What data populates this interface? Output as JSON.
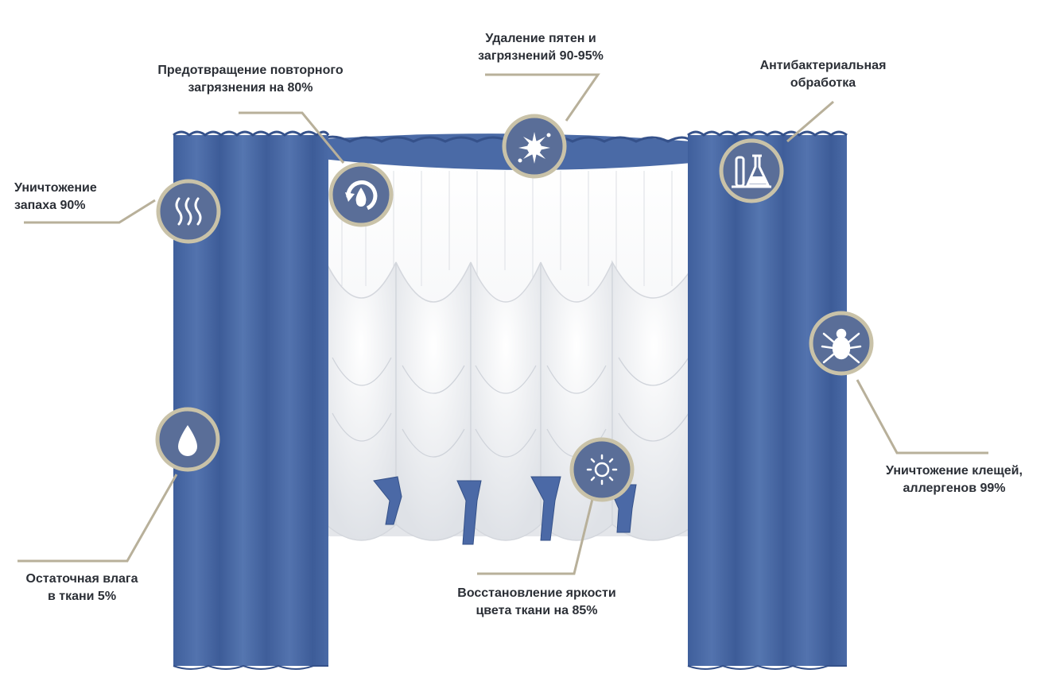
{
  "features": [
    {
      "id": "stain-removal",
      "icon": "splash-icon",
      "lines": [
        "Удаление пятен и",
        "загрязнений 90-95%"
      ]
    },
    {
      "id": "re-soiling",
      "icon": "water-drop-cycle-icon",
      "lines": [
        "Предотвращение повторного",
        "загрязнения на 80%"
      ]
    },
    {
      "id": "antibacterial",
      "icon": "lab-flask-icon",
      "lines": [
        "Антибактериальная",
        "обработка"
      ]
    },
    {
      "id": "odor",
      "icon": "odor-waves-icon",
      "lines": [
        "Уничтожение",
        "запаха 90%"
      ]
    },
    {
      "id": "mites",
      "icon": "mite-icon",
      "lines": [
        "Уничтожение клещей,",
        "аллергенов 99%"
      ]
    },
    {
      "id": "moisture",
      "icon": "water-drop-icon",
      "lines": [
        "Остаточная влага",
        "в ткани 5%"
      ]
    },
    {
      "id": "brightness",
      "icon": "sun-icon",
      "lines": [
        "Восстановление яркости",
        "цвета ткани на 85%"
      ]
    }
  ],
  "colors": {
    "curtain": "#4a6aa6",
    "curtain_dark": "#3a5790",
    "badge": "#5a6e98",
    "badge_ring": "#c9c2a8",
    "leader": "#b8b09a",
    "tulle": "#f3f4f6",
    "text": "#2b2f36"
  }
}
